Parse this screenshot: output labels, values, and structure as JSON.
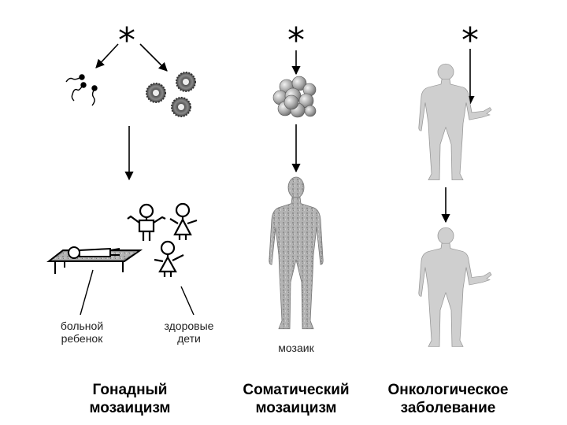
{
  "mutation_symbol": "*",
  "labels": {
    "sick_child": "больной\nребенок",
    "healthy_children": "здоровые\nдети",
    "mosaic": "мозаик"
  },
  "columns": [
    {
      "caption": "Гонадный\nмозаицизм"
    },
    {
      "caption": "Соматический\nмозаицизм"
    },
    {
      "caption": "Онкологическое\nзаболевание"
    }
  ],
  "colors": {
    "ink": "#000000",
    "body_fill": "#cfcfcf",
    "mosaic_fill": "#a9a9a9",
    "cell_fill": "#9a9a9a"
  }
}
